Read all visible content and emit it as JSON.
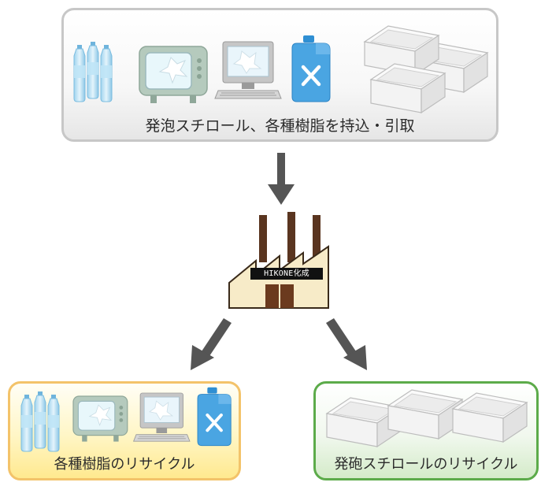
{
  "input": {
    "caption": "発泡スチロール、各種樹脂を持込・引取"
  },
  "factory": {
    "sign": "HIKONE化成"
  },
  "outputs": {
    "resin": {
      "caption": "各種樹脂のリサイクル"
    },
    "foam": {
      "caption": "発砲スチロールのリサイクル"
    }
  },
  "icons": {
    "input": [
      "plastic-bottles-icon",
      "crt-tv-icon",
      "desktop-computer-icon",
      "plastic-tank-icon",
      "styrofoam-boxes-icon"
    ],
    "resin": [
      "plastic-bottles-icon",
      "crt-tv-icon",
      "desktop-computer-icon",
      "plastic-tank-icon"
    ],
    "foam": [
      "styrofoam-boxes-icon"
    ]
  },
  "colors": {
    "input_border": "#c7c7c7",
    "resin_border": "#f3c36a",
    "foam_border": "#5cab4a",
    "arrow": "#555555",
    "factory_fill": "#f7ebc8",
    "chimney": "#5a3520"
  }
}
